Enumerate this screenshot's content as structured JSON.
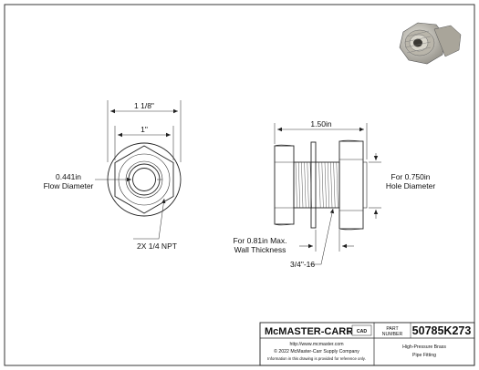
{
  "front_view": {
    "width_across_corners_label": "1 1/8\"",
    "width_across_flats_label": "1\"",
    "flow_diameter_label_line1": "0.441in",
    "flow_diameter_label_line2": "Flow Diameter",
    "thread_note": "2X 1/4 NPT"
  },
  "side_view": {
    "length_label": "1.50in",
    "hole_label_line1": "For 0.750in",
    "hole_label_line2": "Hole Diameter",
    "wall_label_line1": "For 0.81in Max.",
    "wall_label_line2": "Wall Thickness",
    "thread_label": "3/4\"-16"
  },
  "title_block": {
    "brand": "McMASTER-CARR",
    "brand_mark": "®",
    "cad_label": "CAD",
    "part_label_line1": "PART",
    "part_label_line2": "NUMBER",
    "part_number": "50785K273",
    "website": "http://www.mcmaster.com",
    "copyright": "© 2022 McMaster-Carr Supply Company",
    "disclaimer": "Information in this drawing is provided for reference only.",
    "description_line1": "High-Pressure Brass",
    "description_line2": "Pipe Fitting"
  }
}
